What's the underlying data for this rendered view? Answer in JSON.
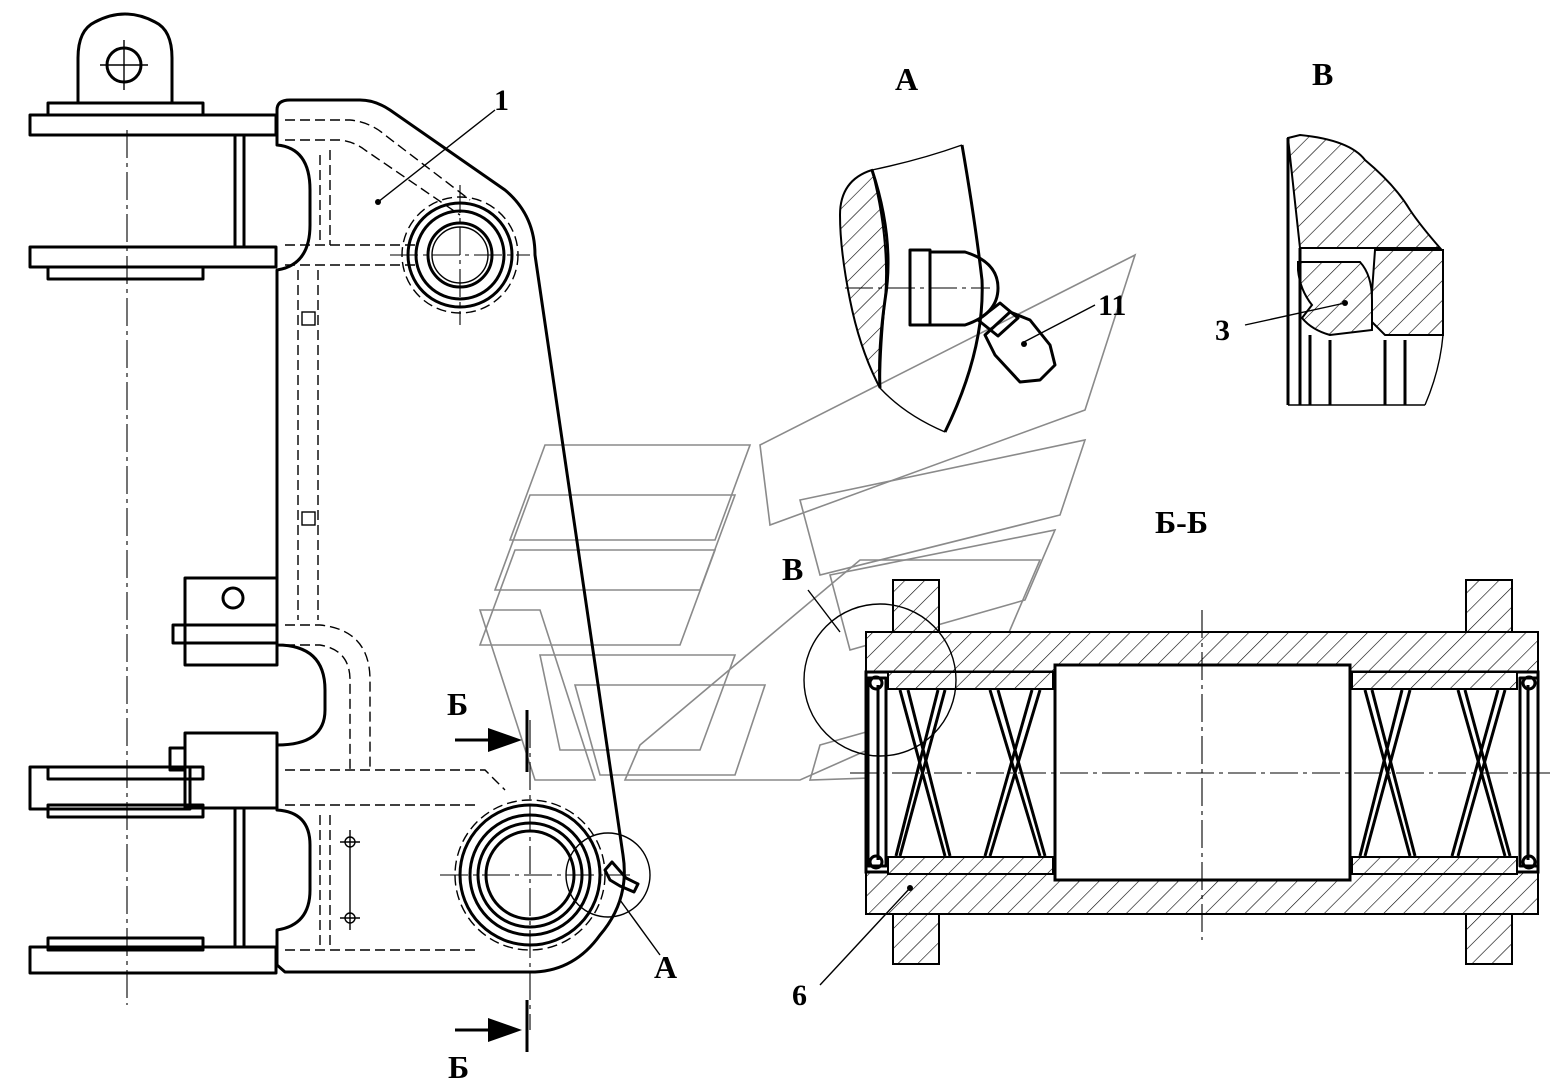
{
  "view_labels": {
    "detail_a": "А",
    "detail_v": "В",
    "section_bb": "Б-Б"
  },
  "callouts": {
    "part_1": "1",
    "part_3": "3",
    "part_6": "6",
    "part_11": "11",
    "ref_a": "А",
    "ref_v": "В"
  },
  "section_marks": {
    "top": "Б",
    "bottom": "Б"
  },
  "colors": {
    "line": "#000000",
    "watermark": "#8a8a8a",
    "background": "#ffffff"
  }
}
